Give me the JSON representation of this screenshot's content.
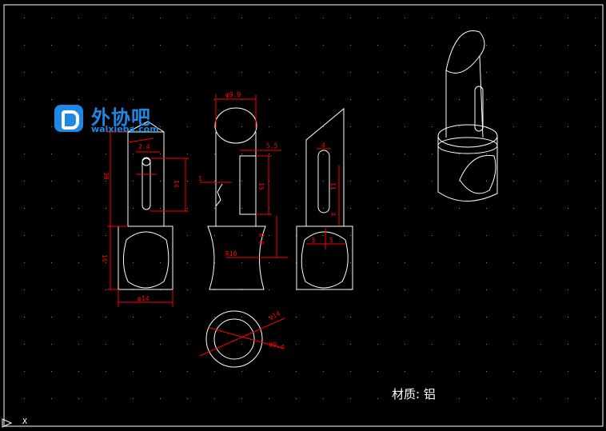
{
  "logo": {
    "text": "外协吧",
    "sub": "waixieba.com"
  },
  "material": {
    "label": "材质:",
    "value": "铝"
  },
  "ucs": {
    "x_label": "X"
  },
  "colors": {
    "background": "#000000",
    "geometry": "#ffffff",
    "dimension": "#ff0000",
    "logo": "#1e88e5"
  },
  "dimensions": {
    "d1": "2.4",
    "d2": "30",
    "d3": "14",
    "d4": "16",
    "d5": "φ14",
    "d6": "φ9.9",
    "d7": "5.5",
    "d8": "15",
    "d9": "1",
    "d10": "0.8",
    "d11": "R10",
    "d12": "4",
    "d13": "11",
    "d14": "4",
    "d15": "5",
    "d16": "5",
    "d17": "φ14",
    "d18": "φ9.4"
  }
}
